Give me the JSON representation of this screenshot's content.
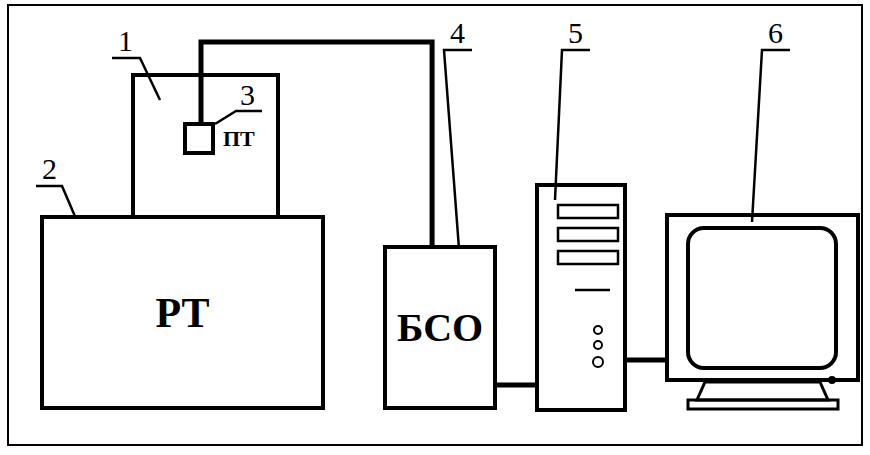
{
  "diagram": {
    "nodes": [
      {
        "text": [
          "РТ"
        ]
      },
      {
        "text": [
          "ПТ"
        ]
      },
      {
        "text": [
          "БСО"
        ]
      }
    ],
    "edges": [
      {
        "from": 1,
        "to": 2,
        "arrow": "none"
      }
    ],
    "labels": [
      "1",
      "2",
      "3",
      "4",
      "5",
      "6"
    ]
  }
}
